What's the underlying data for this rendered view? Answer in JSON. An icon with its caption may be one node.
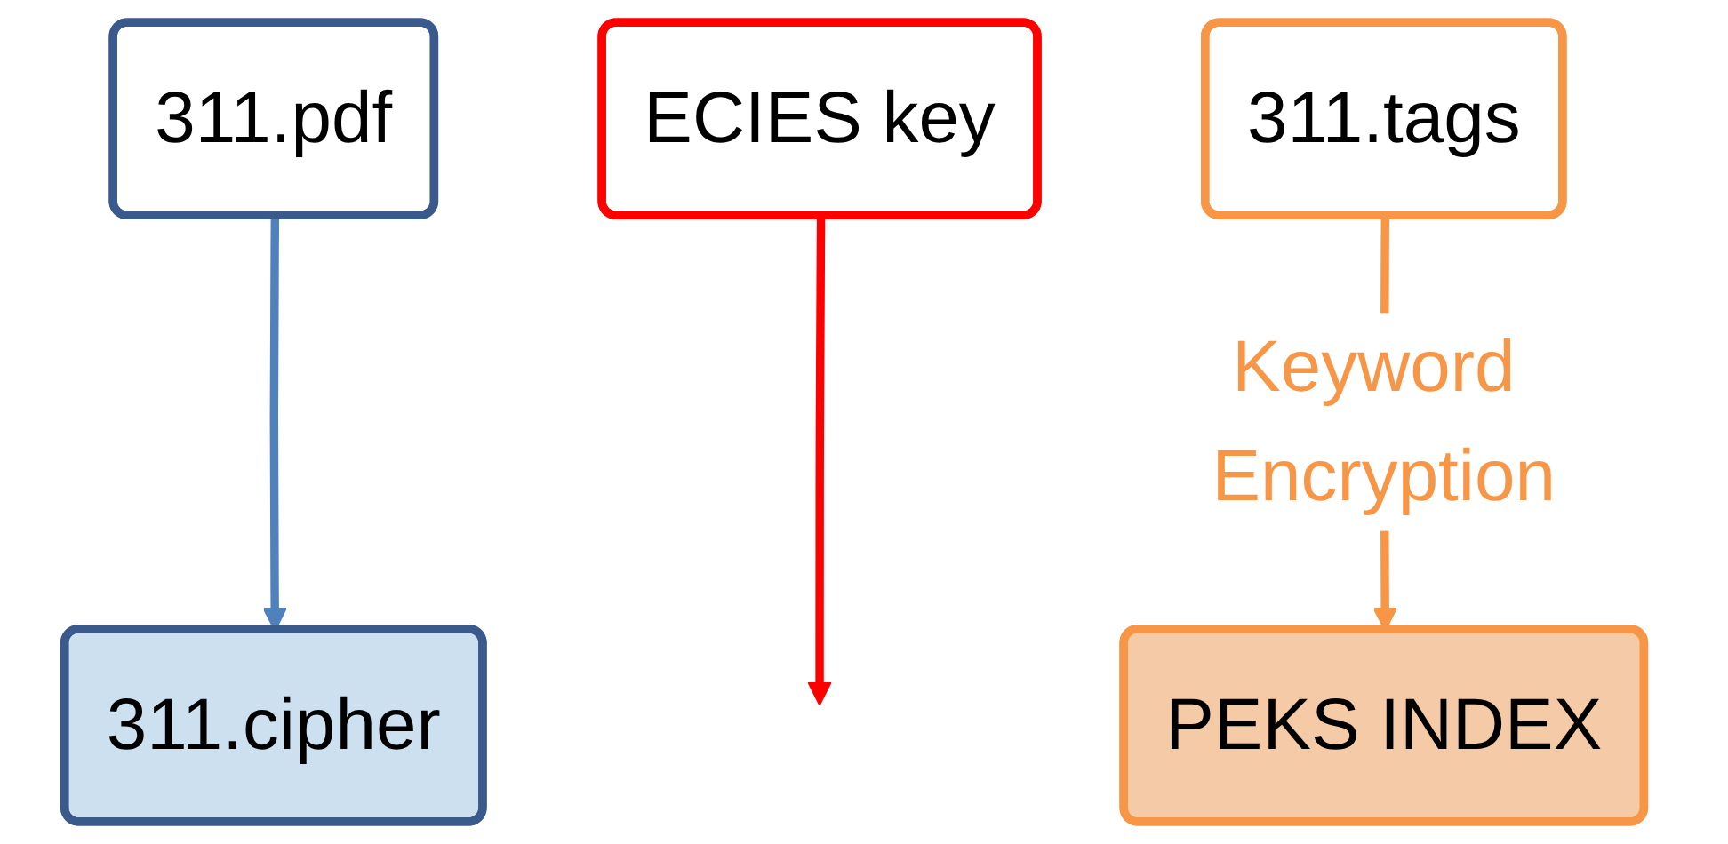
{
  "diagram": {
    "nodes": [
      {
        "text": [
          "311.pdf"
        ]
      },
      {
        "text": [
          "311.cipher"
        ]
      },
      {
        "text": [
          "ECIES key"
        ]
      },
      {
        "text": [
          "311.tags"
        ]
      },
      {
        "text": [
          "PEKS INDEX"
        ]
      }
    ],
    "edges": [
      {
        "from": 0,
        "to": 1,
        "arrow": "to",
        "color": "#4f81bd"
      },
      {
        "from": 2,
        "to": null,
        "arrow": "to",
        "color": "#ff0000"
      },
      {
        "from": 3,
        "to": 4,
        "arrow": "to",
        "label": "Keyword Encryption",
        "color": "#f79646"
      }
    ]
  }
}
